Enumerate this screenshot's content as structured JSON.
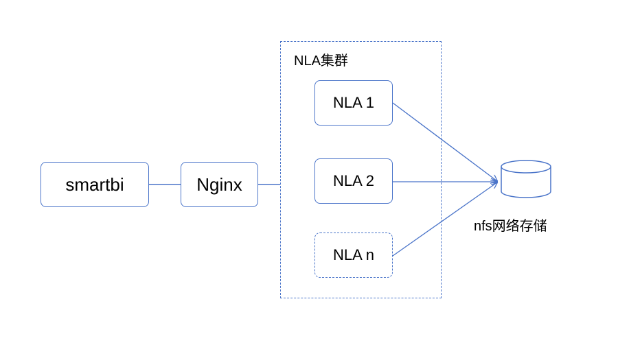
{
  "nodes": {
    "smartbi": "smartbi",
    "nginx": "Nginx",
    "nla1": "NLA 1",
    "nla2": "NLA 2",
    "nlan": "NLA n"
  },
  "cluster": {
    "label": "NLA集群"
  },
  "storage": {
    "label": "nfs网络存储"
  },
  "colors": {
    "accent": "#4a74c9"
  }
}
